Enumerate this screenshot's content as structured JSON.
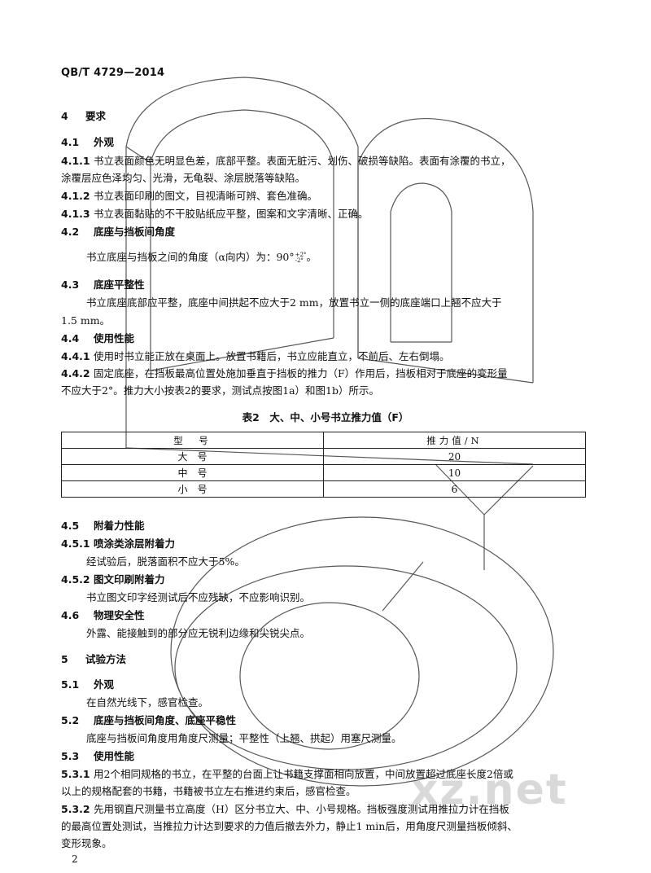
{
  "header": "QB/T 4729—2014",
  "sections": {
    "s4": {
      "num": "4",
      "title": "要求"
    },
    "s41": {
      "num": "4.1",
      "title": "外观"
    },
    "s411": {
      "num": "4.1.1",
      "text": "书立表面颜色无明显色差，底部平整。表面无脏污、划伤、破损等缺陷。表面有涂覆的书立，",
      "cont": "涂覆层应色泽均匀、光滑，无龟裂、涂层脱落等缺陷。"
    },
    "s412": {
      "num": "4.1.2",
      "text": "书立表面印刷的图文，目视清晰可辨、套色准确。"
    },
    "s413": {
      "num": "4.1.3",
      "text": "书立表面黏贴的不干胶贴纸应平整，图案和文字清晰、正确。"
    },
    "s42": {
      "num": "4.2",
      "title": "底座与挡板间角度",
      "body": "书立底座与挡板之间的角度（α向内）为：90°",
      "tol_plus": "+2°",
      "tol_minus": "-2°",
      "end": "。"
    },
    "s43": {
      "num": "4.3",
      "title": "底座平整性",
      "body": "书立底座底部应平整，底座中间拱起不应大于2 mm，放置书立一侧的底座端口上翘不应大于",
      "cont": "1.5 mm。"
    },
    "s44": {
      "num": "4.4",
      "title": "使用性能"
    },
    "s441": {
      "num": "4.4.1",
      "text": "使用时书立能正放在桌面上。放置书籍后，书立应能直立，不前后、左右倒塌。"
    },
    "s442": {
      "num": "4.4.2",
      "text": "固定底座，在挡板最高位置处施加垂直于挡板的推力（F）作用后，挡板相对于底座的变形量",
      "cont": "不应大于2°。推力大小按表2的要求，测试点按图1a）和图1b）所示。"
    },
    "s45": {
      "num": "4.5",
      "title": "附着力性能"
    },
    "s451": {
      "num": "4.5.1",
      "title": "喷涂类涂层附着力",
      "body": "经试验后，脱落面积不应大于5%。"
    },
    "s452": {
      "num": "4.5.2",
      "title": "图文印刷附着力",
      "body": "书立图文印字经测试后不应残缺，不应影响识别。"
    },
    "s46": {
      "num": "4.6",
      "title": "物理安全性",
      "body": "外露、能接触到的部分应无锐利边缘和尖锐尖点。"
    },
    "s5": {
      "num": "5",
      "title": "试验方法"
    },
    "s51": {
      "num": "5.1",
      "title": "外观",
      "body": "在自然光线下，感官检查。"
    },
    "s52": {
      "num": "5.2",
      "title": "底座与挡板间角度、底座平稳性",
      "body": "底座与挡板间角度用角度尺测量；平整性（上翘、拱起）用塞尺测量。"
    },
    "s53": {
      "num": "5.3",
      "title": "使用性能"
    },
    "s531": {
      "num": "5.3.1",
      "text": "用2个相同规格的书立，在平整的台面上让书籍支撑面相向放置，中间放置超过底座长度2倍或",
      "cont": "以上的规格配套的书籍，书籍被书立左右推进约束后，感官检查。"
    },
    "s532": {
      "num": "5.3.2",
      "text": "先用钢直尺测量书立高度（H）区分书立大、中、小号规格。挡板强度测试用推拉力计在挡板",
      "cont": "的最高位置处测试，当推拉力计达到要求的力值后撤去外力，静止1 min后，用角度尺测量挡板倾斜、",
      "cont2": "变形现象。"
    }
  },
  "table": {
    "caption": "表2　大、中、小号书立推力值（F）",
    "headers": [
      "型　号",
      "推力值/N"
    ],
    "rows": [
      [
        "大　号",
        "20"
      ],
      [
        "中　号",
        "10"
      ],
      [
        "小　号",
        "6"
      ]
    ]
  },
  "page_number": "2",
  "watermark": "xz.net"
}
